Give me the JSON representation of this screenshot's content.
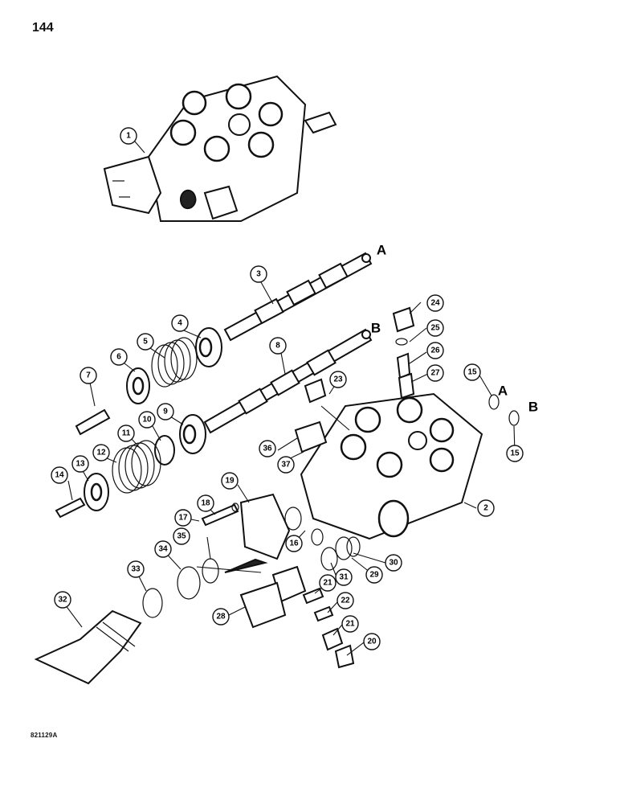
{
  "page_number": "144",
  "figure_code": "821129A",
  "letters": {
    "a": "A",
    "b": "B"
  },
  "callouts": [
    "1",
    "2",
    "3",
    "4",
    "5",
    "6",
    "7",
    "8",
    "9",
    "10",
    "11",
    "12",
    "13",
    "14",
    "15",
    "16",
    "17",
    "18",
    "19",
    "20",
    "21",
    "22",
    "23",
    "24",
    "25",
    "26",
    "27",
    "28",
    "29",
    "30",
    "31",
    "32",
    "33",
    "34",
    "35",
    "36",
    "37"
  ]
}
